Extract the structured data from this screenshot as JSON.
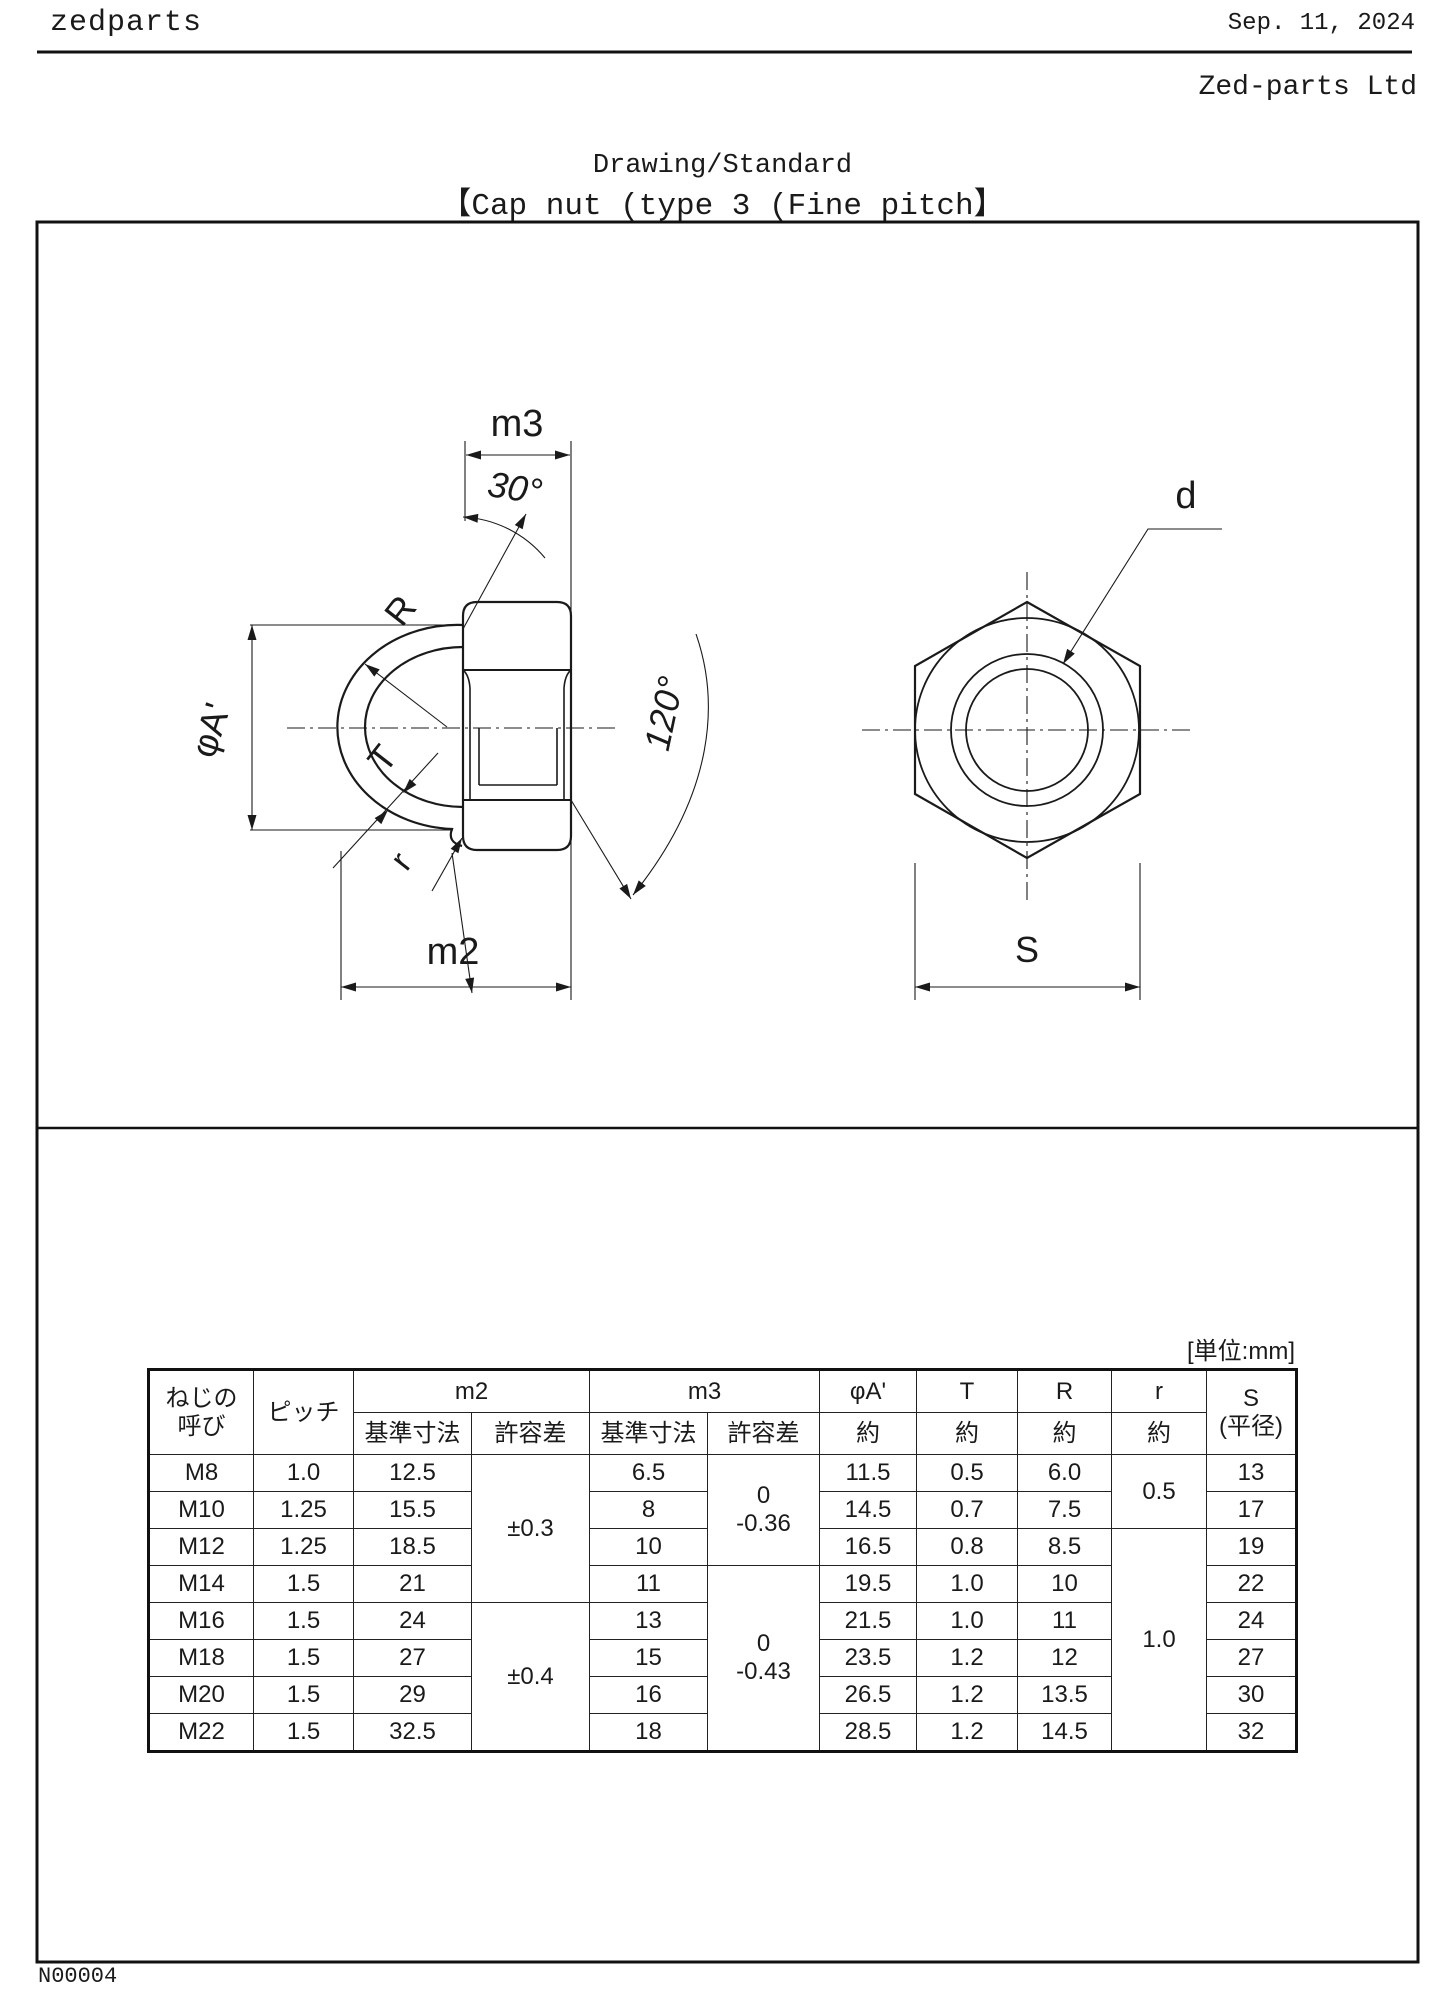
{
  "header": {
    "brand": "zedparts",
    "date": "Sep. 11, 2024",
    "company": "Zed-parts Ltd"
  },
  "title": {
    "line1": "Drawing/Standard",
    "line2": "【Cap nut (type 3 (Fine pitch】"
  },
  "footer": {
    "doc_number": "N00004"
  },
  "drawing": {
    "labels": {
      "m3": "m3",
      "angle30": "30°",
      "phiA": "φA'",
      "R": "R",
      "T": "T",
      "r": "r",
      "m2": "m2",
      "angle120": "120°",
      "d": "d",
      "S": "S"
    }
  },
  "table": {
    "unit_note": "[単位:mm]",
    "head1": [
      {
        "t": "ねじの\n呼び",
        "rs": 2
      },
      {
        "t": "ピッチ",
        "rs": 2
      },
      {
        "t": "m2",
        "cs": 2
      },
      {
        "t": "m3",
        "cs": 2
      },
      {
        "t": "φA'"
      },
      {
        "t": "T"
      },
      {
        "t": "R"
      },
      {
        "t": "r"
      },
      {
        "t": "S\n(平径)",
        "rs": 2
      }
    ],
    "head2": [
      {
        "t": "基準寸法"
      },
      {
        "t": "許容差"
      },
      {
        "t": "基準寸法"
      },
      {
        "t": "許容差"
      },
      {
        "t": "約"
      },
      {
        "t": "約"
      },
      {
        "t": "約"
      },
      {
        "t": "約"
      }
    ],
    "rows": [
      [
        "M8",
        "1.0",
        "12.5",
        {
          "t": "±0.3",
          "rs": 4
        },
        "6.5",
        {
          "t": "0\n-0.36",
          "rs": 3
        },
        "11.5",
        "0.5",
        "6.0",
        {
          "t": "0.5",
          "rs": 2
        },
        "13"
      ],
      [
        "M10",
        "1.25",
        "15.5",
        "8",
        "14.5",
        "0.7",
        "7.5",
        "17"
      ],
      [
        "M12",
        "1.25",
        "18.5",
        "10",
        "16.5",
        "0.8",
        "8.5",
        {
          "t": "1.0",
          "rs": 6
        },
        "19"
      ],
      [
        "M14",
        "1.5",
        "21",
        "11",
        {
          "t": "0\n-0.43",
          "rs": 5
        },
        "19.5",
        "1.0",
        "10",
        "22"
      ],
      [
        "M16",
        "1.5",
        "24",
        {
          "t": "±0.4",
          "rs": 4
        },
        "13",
        "21.5",
        "1.0",
        "11",
        "24"
      ],
      [
        "M18",
        "1.5",
        "27",
        "15",
        "23.5",
        "1.2",
        "12",
        "27"
      ],
      [
        "M20",
        "1.5",
        "29",
        "16",
        "26.5",
        "1.2",
        "13.5",
        "30"
      ],
      [
        "M22",
        "1.5",
        "32.5",
        "18",
        "28.5",
        "1.2",
        "14.5",
        "32"
      ]
    ]
  }
}
